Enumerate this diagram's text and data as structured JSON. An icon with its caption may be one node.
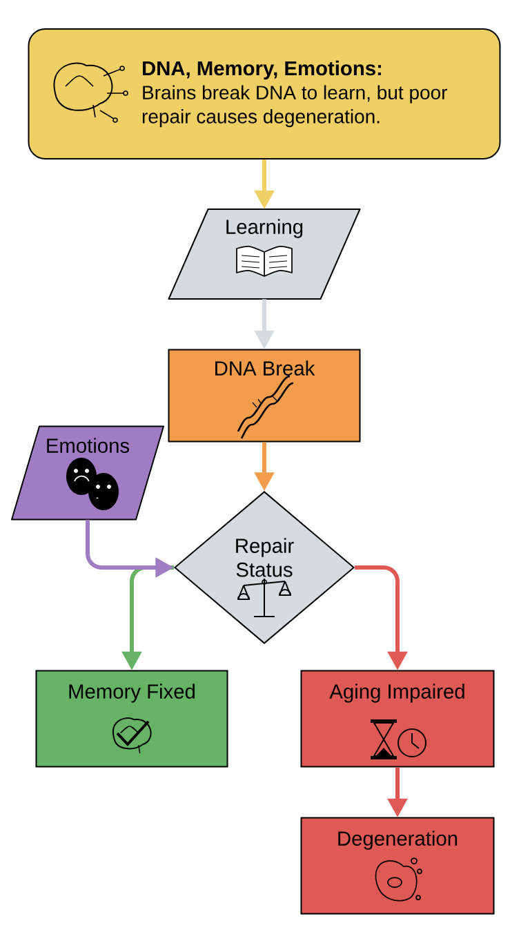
{
  "diagram": {
    "nodes": [
      {
        "text": [
          "DNA, Memory, Emotions:",
          "Brains break DNA to learn, but poor repair causes degeneration."
        ]
      },
      {
        "text": [
          "Learning"
        ]
      },
      {
        "text": [
          "DNA Break"
        ]
      },
      {
        "text": [
          "Emotions"
        ]
      },
      {
        "text": [
          "Repair Status"
        ]
      },
      {
        "text": [
          "Memory Fixed"
        ]
      },
      {
        "text": [
          "Aging Impaired"
        ]
      },
      {
        "text": [
          "Degeneration"
        ]
      }
    ],
    "edges": [
      {
        "from": 0,
        "to": 1,
        "arrow": "to",
        "color": "#f0cf65"
      },
      {
        "from": 1,
        "to": 2,
        "arrow": "to",
        "color": "#d5dbe0"
      },
      {
        "from": 2,
        "to": 4,
        "arrow": "to",
        "color": "#f29d4b"
      },
      {
        "from": 3,
        "to": 4,
        "arrow": "to",
        "color": "#a07cc5"
      },
      {
        "from": 4,
        "to": 5,
        "arrow": "to",
        "color": "#66b366"
      },
      {
        "from": 4,
        "to": 6,
        "arrow": "to",
        "color": "#e05a55"
      },
      {
        "from": 6,
        "to": 7,
        "arrow": "to",
        "color": "#e05a55"
      }
    ]
  }
}
